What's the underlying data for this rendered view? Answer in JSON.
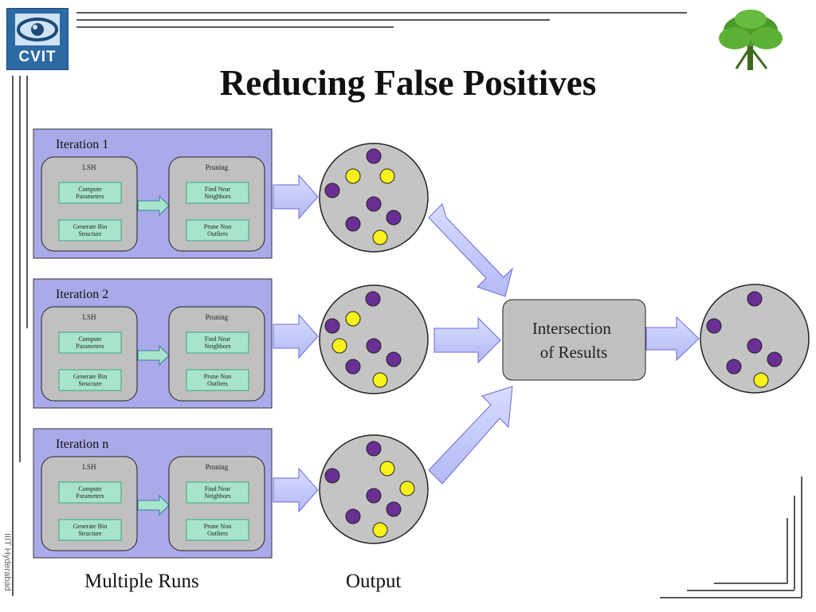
{
  "header": {
    "logo_text": "CVIT",
    "title": "Reducing False Positives",
    "side_text": "IIIT Hyderabad"
  },
  "iterations": [
    {
      "label": "Iteration 1",
      "left_group": "LSH",
      "left_steps": [
        "Compute Parameters",
        "Generate Bin Structure"
      ],
      "right_group": "Pruning",
      "right_steps": [
        "Find Near Neighbors",
        "Prune Non Outliers"
      ]
    },
    {
      "label": "Iteration 2",
      "left_group": "LSH",
      "left_steps": [
        "Compute Parameters",
        "Generate Bin Structure"
      ],
      "right_group": "Pruning",
      "right_steps": [
        "Find Near Neighbors",
        "Prune Non Outliers"
      ]
    },
    {
      "label": "Iteration n",
      "left_group": "LSH",
      "left_steps": [
        "Compute Parameters",
        "Generate Bin Structure"
      ],
      "right_group": "Pruning",
      "right_steps": [
        "Find Near Neighbors",
        "Prune Non Outliers"
      ]
    }
  ],
  "intersection_label": "Intersection of Results",
  "captions": {
    "runs": "Multiple Runs",
    "output": "Output"
  },
  "colors": {
    "iteration_bg": "#aaaaea",
    "group_bg": "#c0c0c0",
    "step_bg": "#a8e4cc",
    "arrow_fill": "#c3c8f8",
    "dot_purple": "#6a2f94",
    "dot_yellow": "#f8f21a",
    "circle_fill": "#c4c4c4"
  }
}
